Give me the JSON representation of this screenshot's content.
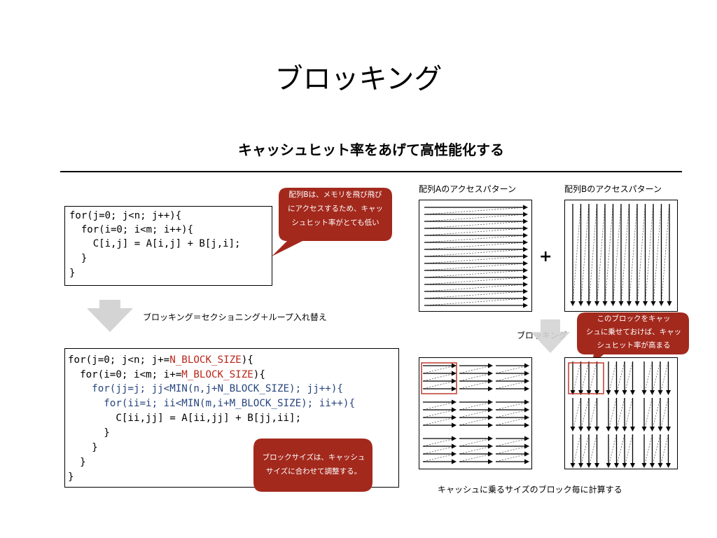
{
  "slide": {
    "title": "ブロッキング",
    "subtitle": "キャッシュヒット率をあげて高性能化する"
  },
  "code_original": {
    "lines": [
      "for(j=0; j<n; j++){",
      "  for(i=0; i<m; i++){",
      "    C[i,j] = A[i,j] + B[j,i];",
      "  }",
      "}"
    ]
  },
  "code_blocked": {
    "l1": {
      "a": "for(j=0; j<n; j+=",
      "b": "N_BLOCK_SIZE",
      "c": "){"
    },
    "l2": {
      "a": "  for(i=0; i<m; i+=",
      "b": "M_BLOCK_SIZE",
      "c": "){"
    },
    "l3": "    for(jj=j; jj<MIN(n,j+N_BLOCK_SIZE); jj++){",
    "l4": "      for(ii=i; ii<MIN(m,i+M_BLOCK_SIZE); ii++){",
    "l5": "        C[ii,jj] = A[ii,jj] + B[jj,ii];",
    "l6": "      }",
    "l7": "    }",
    "l8": "  }",
    "l9": "}"
  },
  "callouts": {
    "b_access": {
      "line1": "配列Bは、メモリを飛び飛び",
      "line2": "にアクセスするため、キャッ",
      "line3": "シュヒット率がとても低い"
    },
    "block_size": {
      "line1": "ブロックサイズは、キャッシュ",
      "line2": "サイズに合わせて調整する。"
    },
    "cache_block": {
      "line1": "このブロックをキャッ",
      "line2": "シュに乗せておけば、キャッ",
      "line3": "シュヒット率が高まる"
    }
  },
  "labels": {
    "transform": "ブロッキング＝セクショニング＋ループ入れ替え",
    "array_a_access": "配列Aのアクセスパターン",
    "array_b_access": "配列Bのアクセスパターン",
    "plus": "+",
    "blocking_arrow": "ブロッキング",
    "per_block": "キャッシュに乗るサイズのブロック毎に計算する"
  },
  "colors": {
    "callout_fill": "#a3291d",
    "accent_red": "#b8261a",
    "code_blue": "#27457e",
    "arrow_gray": "#d4d4d4",
    "block_highlight": "#c0392b"
  }
}
